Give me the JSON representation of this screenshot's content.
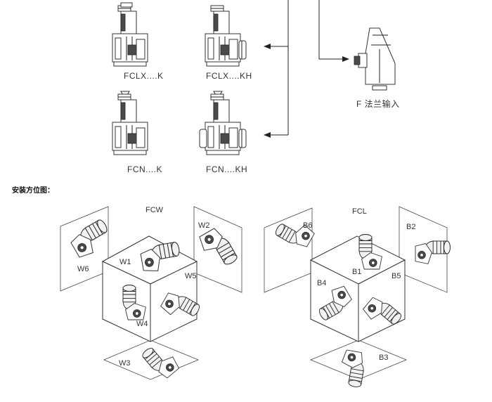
{
  "top_section": {
    "models": [
      {
        "id": "fclx_k",
        "label": "FCLX....K"
      },
      {
        "id": "fclx_kh",
        "label": "FCLX....KH"
      },
      {
        "id": "fcn_k",
        "label": "FCN....K"
      },
      {
        "id": "fcn_kh",
        "label": "FCN....KH"
      }
    ],
    "flange_input": "F  法兰输入"
  },
  "mounting": {
    "heading": "安装方位图：",
    "left_cube": {
      "title": "FCW",
      "positions": [
        "W1",
        "W2",
        "W3",
        "W4",
        "W5",
        "W6"
      ]
    },
    "right_cube": {
      "title": "FCL",
      "positions": [
        "B1",
        "B2",
        "B3",
        "B4",
        "B5",
        "B6"
      ]
    }
  }
}
